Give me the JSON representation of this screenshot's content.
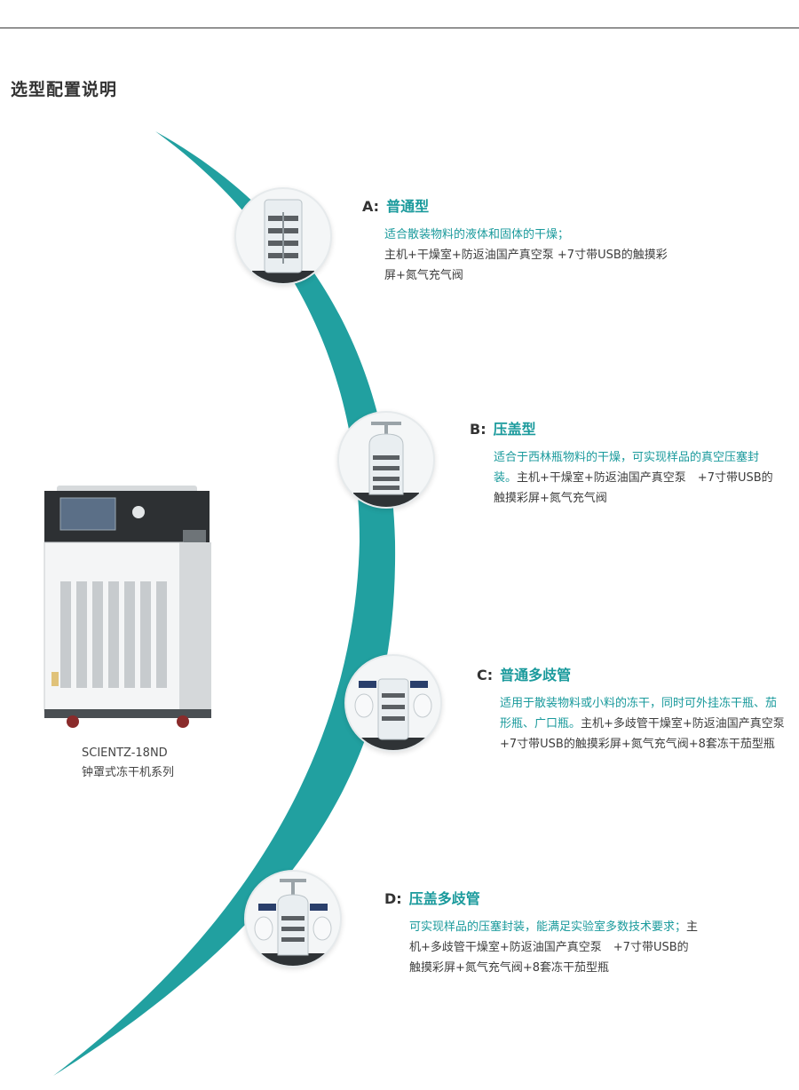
{
  "page": {
    "title": "选型配置说明"
  },
  "colors": {
    "accent": "#1a9a9c",
    "arc": "#21a0a0",
    "text": "#3d3d3d"
  },
  "options": [
    {
      "letter": "A:",
      "name": "普通型",
      "desc_teal": "适合散装物料的液体和固体的干燥；",
      "desc_rest": "主机+干燥室+防返油国产真空泵 +7寸带USB的触摸彩屏+氮气充气阀"
    },
    {
      "letter": "B:",
      "name": "压盖型",
      "desc_teal": "适合于西林瓶物料的干燥，可实现样品的真空压塞封装。",
      "desc_rest": "主机+干燥室+防返油国产真空泵　+7寸带USB的触摸彩屏+氮气充气阀"
    },
    {
      "letter": "C:",
      "name": "普通多歧管",
      "desc_teal": "适用于散装物料或小料的冻干，同时可外挂冻干瓶、茄形瓶、广口瓶。",
      "desc_rest": "主机+多歧管干燥室+防返油国产真空泵　+7寸带USB的触摸彩屏+氮气充气阀+8套冻干茄型瓶"
    },
    {
      "letter": "D:",
      "name": "压盖多歧管",
      "desc_teal": "可实现样品的压塞封装，能满足实验室多数技术要求；",
      "desc_rest": "主机+多歧管干燥室+防返油国产真空泵　+7寸带USB的触摸彩屏+氮气充气阀+8套冻干茄型瓶"
    }
  ],
  "product": {
    "model": "SCIENTZ-18ND",
    "series": "钟罩式冻干机系列"
  },
  "icons": [
    "bell-jar-icon",
    "press-cap-jar-icon",
    "manifold-jar-icon",
    "press-manifold-jar-icon",
    "freeze-dryer-image"
  ]
}
